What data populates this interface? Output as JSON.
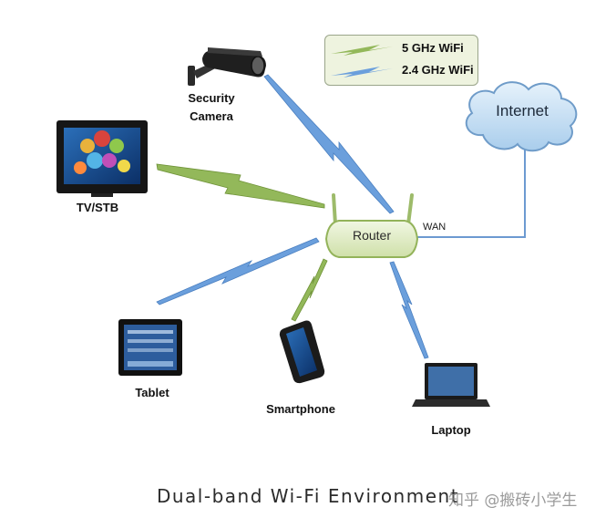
{
  "legend": {
    "items": [
      {
        "label": "5 GHz WiFi",
        "color": "#8db04e"
      },
      {
        "label": "2.4 GHz WiFi",
        "color": "#5f92d4"
      }
    ]
  },
  "router": {
    "label": "Router"
  },
  "internet": {
    "label": "Internet"
  },
  "wan": {
    "label": "WAN"
  },
  "devices": {
    "camera": "Security\nCamera",
    "tv": "TV/STB",
    "tablet": "Tablet",
    "smartphone": "Smartphone",
    "laptop": "Laptop"
  },
  "caption": "Dual-band Wi-Fi Environment",
  "watermark": "知乎 @搬砖小学生"
}
